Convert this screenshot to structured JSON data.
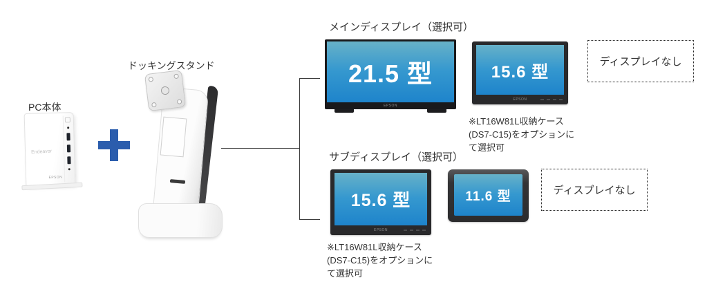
{
  "diagram": {
    "pc": {
      "label": "PC本体",
      "brand": "Endeavor",
      "logo": "EPSON"
    },
    "plus_sign": "+",
    "dock": {
      "label": "ドッキングスタンド"
    },
    "main": {
      "title": "メインディスプレイ（選択可）",
      "monitor_large": {
        "size": "21.5 型",
        "brand": "EPSON"
      },
      "monitor_small": {
        "size": "15.6 型",
        "brand": "EPSON"
      },
      "no_display": "ディスプレイなし",
      "note": "※LT16W81L収納ケース\n(DS7-C15)をオプションに\nて選択可"
    },
    "sub": {
      "title": "サブディスプレイ（選択可）",
      "monitor_large": {
        "size": "15.6 型",
        "brand": "EPSON"
      },
      "monitor_small": {
        "size": "11.6 型"
      },
      "no_display": "ディスプレイなし",
      "note": "※LT16W81L収納ケース\n(DS7-C15)をオプションに\nて選択可"
    },
    "colors": {
      "screen_top": "#67b1c8",
      "screen_bottom": "#1e84cb",
      "plus": "#2b5dad",
      "bezel": "#29292b",
      "text": "#333333"
    },
    "icons": {
      "plus": "+"
    }
  }
}
